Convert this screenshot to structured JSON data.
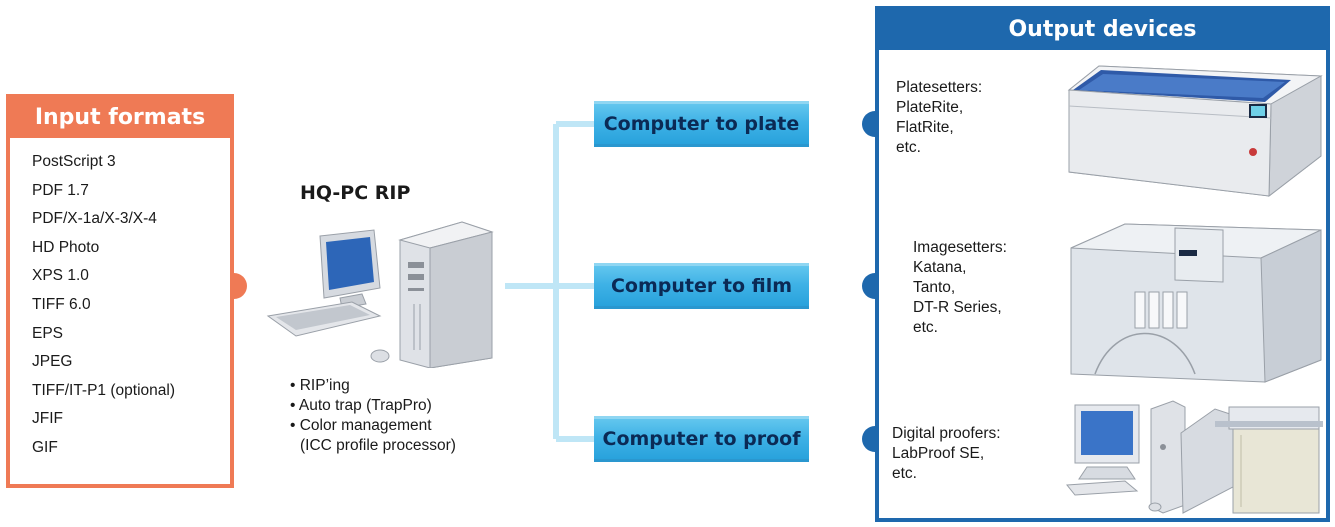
{
  "input_formats": {
    "title": "Input formats",
    "items": [
      "PostScript 3",
      "PDF 1.7",
      "PDF/X-1a/X-3/X-4",
      "HD Photo",
      "XPS 1.0",
      "TIFF 6.0",
      "EPS",
      "JPEG",
      "TIFF/IT-P1 (optional)",
      "JFIF",
      "GIF"
    ]
  },
  "rip": {
    "title": "HQ-PC RIP",
    "features": [
      "• RIP’ing",
      "• Auto trap (TrapPro)",
      "• Color management",
      "(ICC profile processor)"
    ]
  },
  "workflows": [
    "Computer to plate",
    "Computer to film",
    "Computer to proof"
  ],
  "output_devices": {
    "title": "Output devices",
    "groups": [
      {
        "lines": [
          "Platesetters:",
          "PlateRite,",
          "FlatRite,",
          "etc."
        ]
      },
      {
        "lines": [
          "Imagesetters:",
          "Katana,",
          "Tanto,",
          "DT-R Series,",
          "etc."
        ]
      },
      {
        "lines": [
          "Digital proofers:",
          "LabProof SE,",
          "etc."
        ]
      }
    ]
  },
  "colors": {
    "input_accent": "#ef7a55",
    "output_accent": "#1e68ad",
    "workflow_fill": "#3fb2e6",
    "connector": "#8fd6f2"
  }
}
